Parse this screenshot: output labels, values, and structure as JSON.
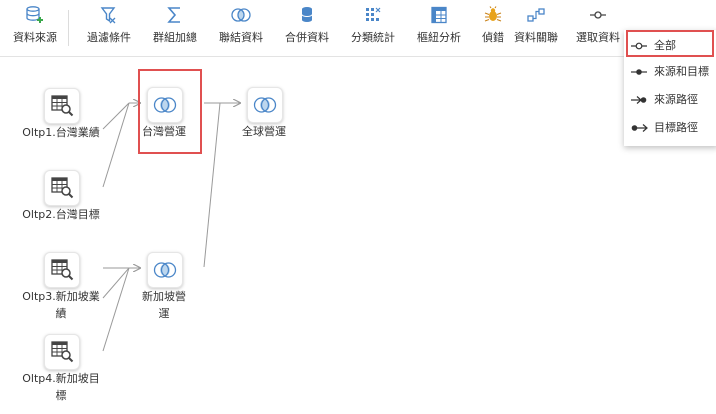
{
  "toolbar": {
    "items": [
      {
        "label": "資料來源",
        "icon": "database-add-icon"
      },
      {
        "label": "過濾條件",
        "icon": "filter-icon"
      },
      {
        "label": "群組加總",
        "icon": "sigma-icon"
      },
      {
        "label": "聯結資料",
        "icon": "join-icon"
      },
      {
        "label": "合併資料",
        "icon": "merge-icon"
      },
      {
        "label": "分類統計",
        "icon": "classify-icon"
      },
      {
        "label": "樞紐分析",
        "icon": "pivot-icon"
      },
      {
        "label": "偵錯",
        "icon": "bug-icon"
      },
      {
        "label": "資料關聯",
        "icon": "relation-icon"
      },
      {
        "label": "選取資料",
        "icon": "select-path-icon"
      }
    ]
  },
  "nodes": {
    "oltp1": {
      "label": "Oltp1.台灣業績",
      "icon": "table-search-icon"
    },
    "oltp2": {
      "label": "Oltp2.台灣目標",
      "icon": "table-search-icon"
    },
    "oltp3": {
      "label": "Oltp3.新加坡業績",
      "icon": "table-search-icon"
    },
    "oltp4": {
      "label": "Oltp4.新加坡目標",
      "icon": "table-search-icon"
    },
    "taiwan": {
      "label": "台灣營運",
      "icon": "join-icon"
    },
    "singapore": {
      "label": "新加坡營運",
      "icon": "join-icon"
    },
    "global": {
      "label": "全球營運",
      "icon": "join-icon"
    }
  },
  "select_menu": {
    "items": [
      {
        "label": "全部",
        "icon": "path-all-icon"
      },
      {
        "label": "來源和目標",
        "icon": "path-source-target-icon"
      },
      {
        "label": "來源路徑",
        "icon": "path-source-icon"
      },
      {
        "label": "目標路徑",
        "icon": "path-target-icon"
      }
    ],
    "selected": "全部"
  },
  "colors": {
    "highlight": "#e05050",
    "icon_blue": "#4a86c8",
    "join_fill": "#bcd6ee",
    "bug_orange": "#e8a21a"
  }
}
